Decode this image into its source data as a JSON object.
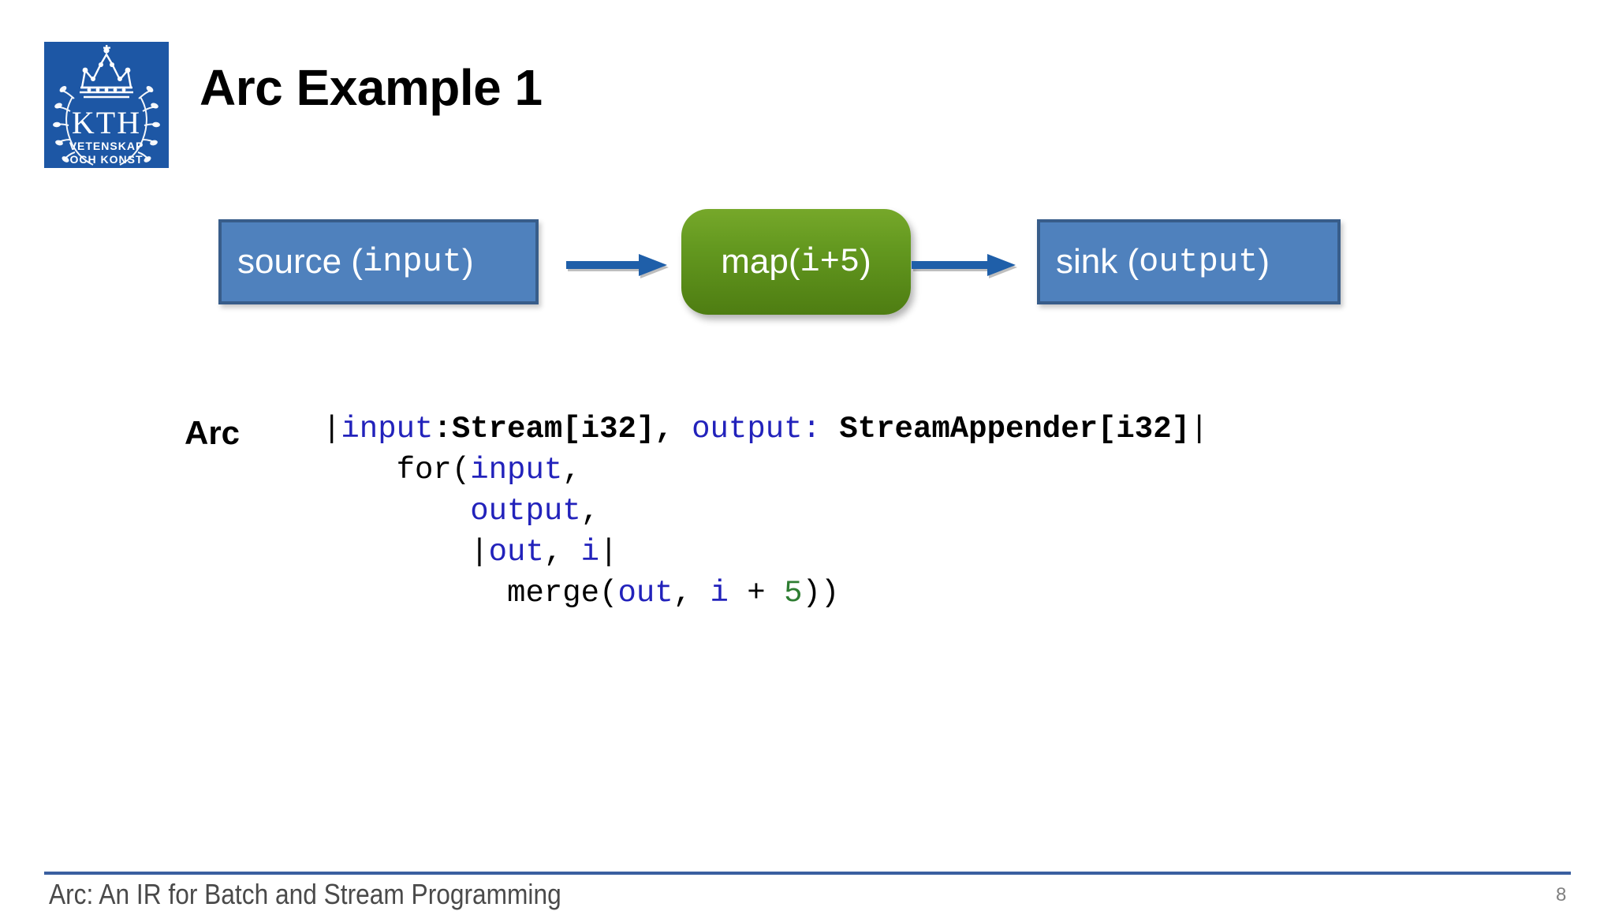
{
  "slide": {
    "title": "Arc Example 1",
    "page_number": "8",
    "footer": "Arc: An IR for Batch and Stream Programming"
  },
  "logo": {
    "name": "kth-logo",
    "acronym": "KTH",
    "motto_line1": "VETENSKAP",
    "motto_line2": "OCH KONST",
    "background_color": "#1d57a5",
    "foreground_color": "#ffffff"
  },
  "diagram": {
    "nodes": [
      {
        "id": "source",
        "shape": "rectangle",
        "label_plain": "source (",
        "label_mono": "input",
        "label_close": ")",
        "fill_color": "#4f81bd",
        "border_color": "#385d8a",
        "text_color": "#ffffff"
      },
      {
        "id": "map",
        "shape": "rounded-rectangle",
        "label_plain": "map(",
        "label_mono": "i+5",
        "label_close": ")",
        "fill_color": "#63981f",
        "text_color": "#ffffff"
      },
      {
        "id": "sink",
        "shape": "rectangle",
        "label_plain": "sink (",
        "label_mono": "output",
        "label_close": ")",
        "fill_color": "#4f81bd",
        "border_color": "#385d8a",
        "text_color": "#ffffff"
      }
    ],
    "arrows": [
      {
        "id": "source-to-map",
        "from": "source",
        "to": "map",
        "color": "#1f5fa9"
      },
      {
        "id": "map-to-sink",
        "from": "map",
        "to": "sink",
        "color": "#1f5fa9"
      }
    ]
  },
  "code": {
    "language_label": "Arc",
    "colors": {
      "identifier": "#2222bb",
      "literal": "#2e7d32",
      "default": "#000000"
    },
    "lines": [
      [
        {
          "t": "|",
          "c": "black"
        },
        {
          "t": "input",
          "c": "blue"
        },
        {
          "t": ":",
          "c": "bold"
        },
        {
          "t": "Stream[i32]",
          "c": "bold"
        },
        {
          "t": ", ",
          "c": "bold"
        },
        {
          "t": "output: ",
          "c": "blue"
        },
        {
          "t": "StreamAppender[i32]",
          "c": "bold"
        },
        {
          "t": "|",
          "c": "black"
        }
      ],
      [
        {
          "t": "    for(",
          "c": "black"
        },
        {
          "t": "input",
          "c": "blue"
        },
        {
          "t": ",",
          "c": "black"
        }
      ],
      [
        {
          "t": "        ",
          "c": "black"
        },
        {
          "t": "output",
          "c": "blue"
        },
        {
          "t": ",",
          "c": "black"
        }
      ],
      [
        {
          "t": "        |",
          "c": "black"
        },
        {
          "t": "out",
          "c": "blue"
        },
        {
          "t": ",",
          "c": "black"
        },
        {
          "t": " ",
          "c": "black"
        },
        {
          "t": "i",
          "c": "blue"
        },
        {
          "t": "|",
          "c": "black"
        }
      ],
      [
        {
          "t": "          merge(",
          "c": "black"
        },
        {
          "t": "out",
          "c": "blue"
        },
        {
          "t": ", ",
          "c": "black"
        },
        {
          "t": "i",
          "c": "blue"
        },
        {
          "t": " + ",
          "c": "black"
        },
        {
          "t": "5",
          "c": "green"
        },
        {
          "t": "))",
          "c": "black"
        }
      ]
    ]
  },
  "theme": {
    "accent_blue": "#3a5fa0",
    "node_blue": "#4f81bd",
    "node_green": "#63981f",
    "footer_gray": "#4a4a4a"
  }
}
